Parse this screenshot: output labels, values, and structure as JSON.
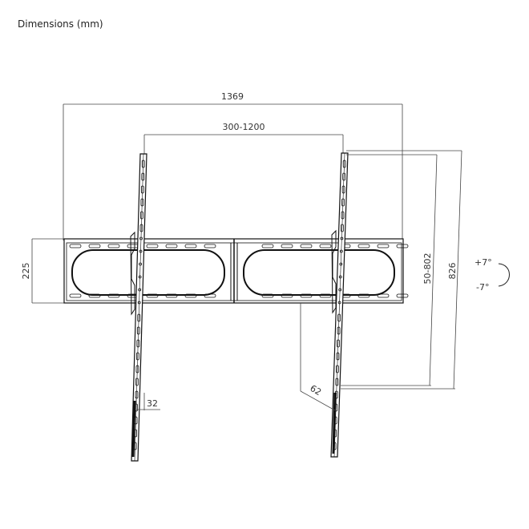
{
  "title": "Dimensions (mm)",
  "dimensions": {
    "overall_width": "1369",
    "vesa_width": "300-1200",
    "plate_height": "225",
    "vesa_height": "50-802",
    "overall_height": "826",
    "wall_distance": "62",
    "rail_depth": "32"
  },
  "tilt": {
    "up": "+7°",
    "down": "-7°"
  }
}
